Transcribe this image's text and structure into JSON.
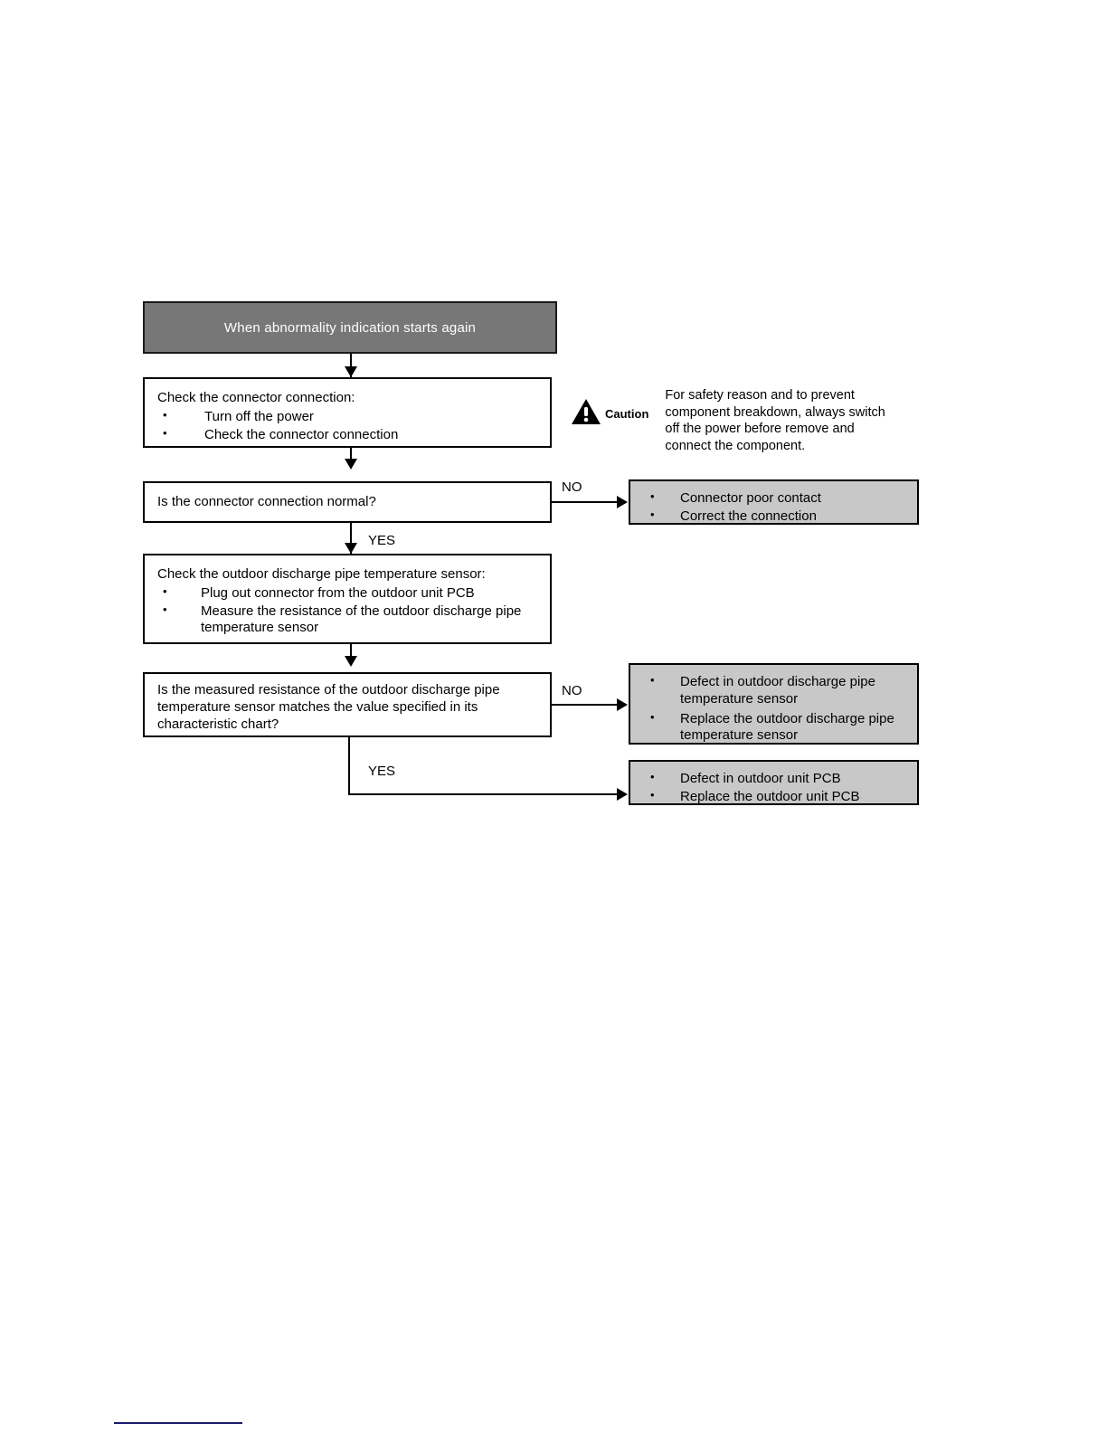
{
  "flowchart": {
    "header": {
      "label": "When abnormality indication starts again"
    },
    "step1": {
      "lead": "Check the connector connection:",
      "bullets": [
        "Turn off the power",
        "Check the connector connection"
      ]
    },
    "decision1": {
      "question": "Is the connector connection normal?",
      "no_label": "NO",
      "yes_label": "YES"
    },
    "result1": {
      "bullets": [
        "Connector poor contact",
        "Correct the connection"
      ]
    },
    "step2": {
      "lead": "Check the outdoor discharge pipe temperature sensor:",
      "bullets": [
        "Plug out connector from the outdoor unit PCB",
        "Measure the resistance of the outdoor discharge pipe temperature sensor"
      ]
    },
    "decision2": {
      "question": "Is the measured resistance of the outdoor discharge pipe temperature sensor matches the value specified in its characteristic chart?",
      "no_label": "NO",
      "yes_label": "YES"
    },
    "result2": {
      "bullets": [
        "Defect in outdoor discharge pipe temperature sensor",
        "Replace the outdoor discharge pipe temperature sensor"
      ]
    },
    "result3": {
      "bullets": [
        "Defect in outdoor unit PCB",
        "Replace the outdoor unit PCB"
      ]
    }
  },
  "caution": {
    "word": "Caution",
    "text": "For safety reason and to prevent component breakdown, always switch off the power before remove and connect the component.",
    "icon": "warning-triangle-icon"
  },
  "colors": {
    "header_fill": "#777777",
    "result_fill": "#c8c8c8",
    "stroke": "#000000",
    "footer_rule": "#1a1a6e"
  }
}
